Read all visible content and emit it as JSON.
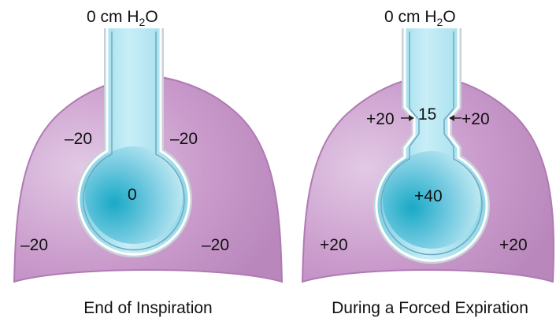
{
  "colors": {
    "chest_fill": "#c99acb",
    "chest_stroke": "#b07ab3",
    "airway_fill": "#9ed8ea",
    "airway_dark": "#19a9c6",
    "airway_outline": "#c7d2d8",
    "arrow": "#222222"
  },
  "panels": [
    {
      "pressure_label_main": "0 cm H",
      "pressure_label_sub": "2",
      "pressure_label_tail": "O",
      "upper_left": "–20",
      "upper_right": "–20",
      "alveolar": "0",
      "lower_left": "–20",
      "lower_right": "–20",
      "caption": "End of Inspiration"
    },
    {
      "pressure_label_main": "0 cm H",
      "pressure_label_sub": "2",
      "pressure_label_tail": "O",
      "upper_left": "+20",
      "upper_right": "+20",
      "airway_pressure": "15",
      "alveolar": "+40",
      "lower_left": "+20",
      "lower_right": "+20",
      "caption": "During a Forced Expiration"
    }
  ]
}
